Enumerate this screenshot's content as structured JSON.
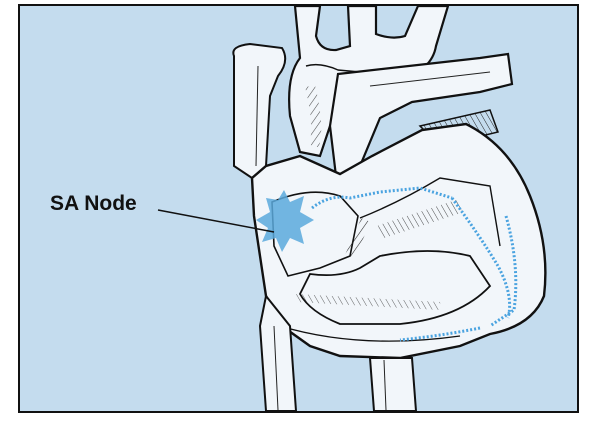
{
  "diagram": {
    "label": "SA Node",
    "colors": {
      "background": "#c4dcee",
      "heart_fill": "#f2f6fa",
      "outline": "#111111",
      "node_highlight": "#5aa9dc",
      "conduction_path": "#4aa3e0"
    },
    "icons": [
      "heart-illustration",
      "sa-node-star"
    ]
  }
}
